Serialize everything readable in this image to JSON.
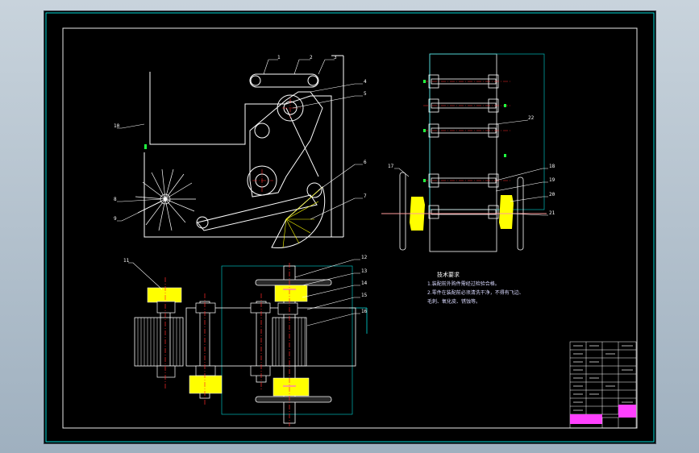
{
  "notes": {
    "title": "技术要求",
    "items": [
      "1.装配前外购件需经过检验合格。",
      "2.零件在装配前必须清洗干净，不得有飞边、",
      "毛刺、氧化皮、锈蚀等。"
    ]
  },
  "balloons": {
    "top_left_1": "1",
    "top_left_2": "2",
    "top_left_3": "3",
    "right_4": "4",
    "right_5": "5",
    "right_6": "6",
    "right_7": "7",
    "left_10": "10",
    "left_8": "8",
    "left_9": "9",
    "plan_11": "11",
    "plan_12": "12",
    "plan_13": "13",
    "plan_14": "14",
    "plan_15": "15",
    "plan_16": "16",
    "side_17": "17",
    "side_18": "18",
    "side_19": "19",
    "side_20": "20",
    "side_21": "21",
    "side_22": "22"
  },
  "colors": {
    "background": "#000000",
    "outline": "#ffffff",
    "frame": "#e8e8e8",
    "centerline": "#ff2a2a",
    "hidden": "#00d8d8",
    "leader": "#ffffff",
    "hub": "#ffff00",
    "shaft": "#ff9b9b",
    "chain": "#d0d0d0",
    "magenta": "#ff40ff",
    "green": "#20ff40"
  }
}
